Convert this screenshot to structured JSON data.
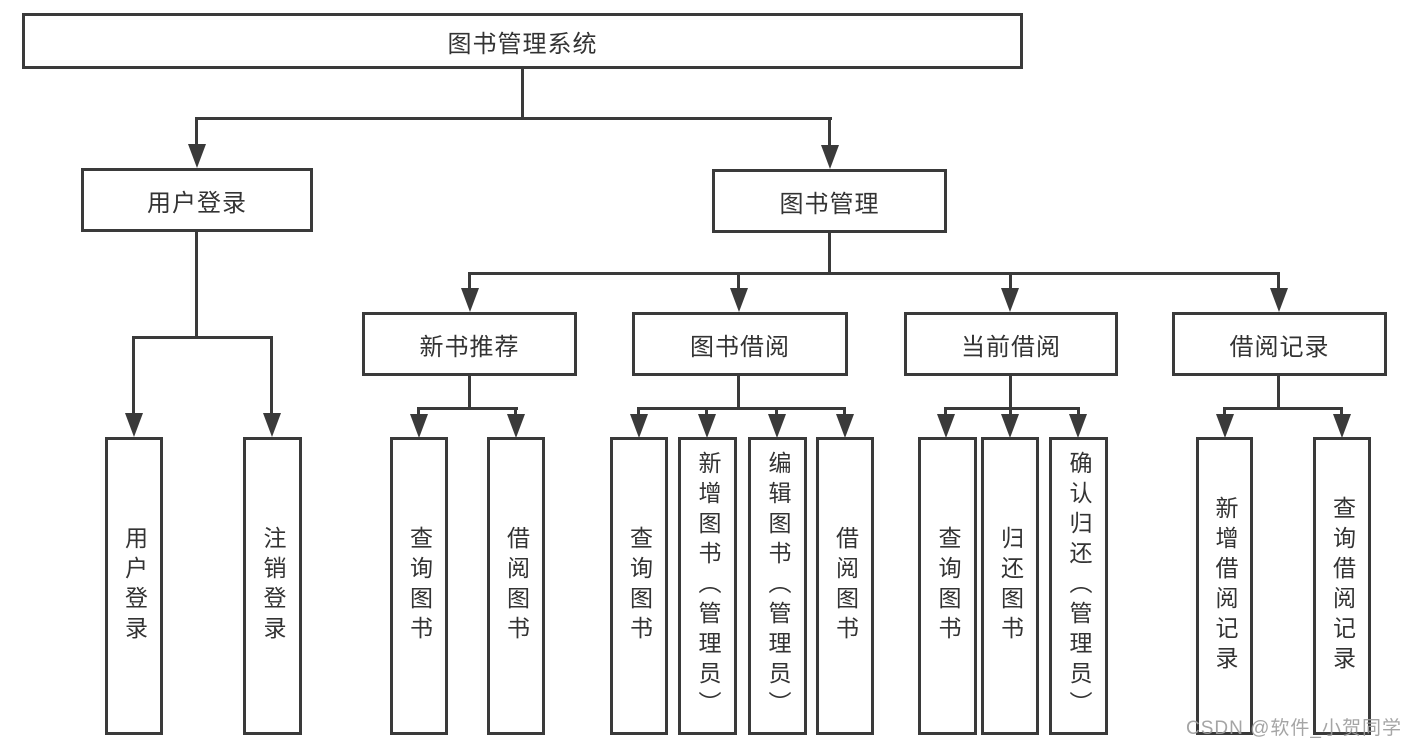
{
  "tree": {
    "label": "图书管理系统",
    "children": [
      {
        "label": "用户登录",
        "children": [
          {
            "label": "用户登录"
          },
          {
            "label": "注销登录"
          }
        ]
      },
      {
        "label": "图书管理",
        "children": [
          {
            "label": "新书推荐",
            "children": [
              {
                "label": "查询图书"
              },
              {
                "label": "借阅图书"
              }
            ]
          },
          {
            "label": "图书借阅",
            "children": [
              {
                "label": "查询图书"
              },
              {
                "label": "新增图书（管理员）"
              },
              {
                "label": "编辑图书（管理员）"
              },
              {
                "label": "借阅图书"
              }
            ]
          },
          {
            "label": "当前借阅",
            "children": [
              {
                "label": "查询图书"
              },
              {
                "label": "归还图书"
              },
              {
                "label": "确认归还（管理员）"
              }
            ]
          },
          {
            "label": "借阅记录",
            "children": [
              {
                "label": "新增借阅记录"
              },
              {
                "label": "查询借阅记录"
              }
            ]
          }
        ]
      }
    ]
  },
  "watermark": {
    "text": "CSDN @软件_小贺同学"
  },
  "colors": {
    "line": "#3a3a3a",
    "text": "#333333",
    "watermark": "#9e9e9e",
    "box_background": "#ffffff"
  }
}
